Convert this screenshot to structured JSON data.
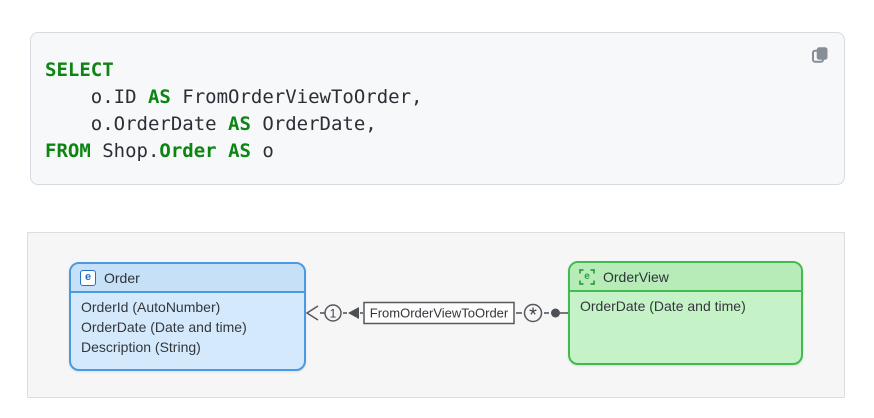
{
  "code_block": {
    "language": "sql",
    "lines": {
      "l1": {
        "k1": "SELECT"
      },
      "l2": {
        "p1": "    o.ID ",
        "k1": "AS",
        "p2": " FromOrderViewToOrder,"
      },
      "l3": {
        "p1": "    o.OrderDate ",
        "k1": "AS",
        "p2": " OrderDate,"
      },
      "l4": {
        "k1": "FROM",
        "p1": " Shop.",
        "k2": "Order",
        "p2": " ",
        "k3": "AS",
        "p3": " o"
      }
    },
    "copy_icon": "copy-icon"
  },
  "diagram": {
    "order_entity": {
      "title": "Order",
      "icon": "entity-icon",
      "icon_letter": "e",
      "fields": [
        "OrderId (AutoNumber)",
        "OrderDate (Date and time)",
        "Description (String)"
      ]
    },
    "orderview_entity": {
      "title": "OrderView",
      "icon": "entity-view-icon",
      "icon_letter": "e",
      "fields": [
        "OrderDate (Date and time)"
      ]
    },
    "relationship": {
      "label": "FromOrderViewToOrder",
      "source_cardinality": "1",
      "target_cardinality": "*"
    }
  },
  "colors": {
    "keyword_green": "#0e8413",
    "code_text": "#2a2f36",
    "code_bg": "#f6f8fa",
    "panel_bg": "#f6f6f6",
    "order_border": "#4a9ae1",
    "order_header_bg": "#c5e0f7",
    "order_body_bg": "#d4eafc",
    "orderview_border": "#42bb4e",
    "orderview_header_bg": "#b7ecb9",
    "orderview_body_bg": "#c5f2c7",
    "connector_gray": "#55595e"
  }
}
